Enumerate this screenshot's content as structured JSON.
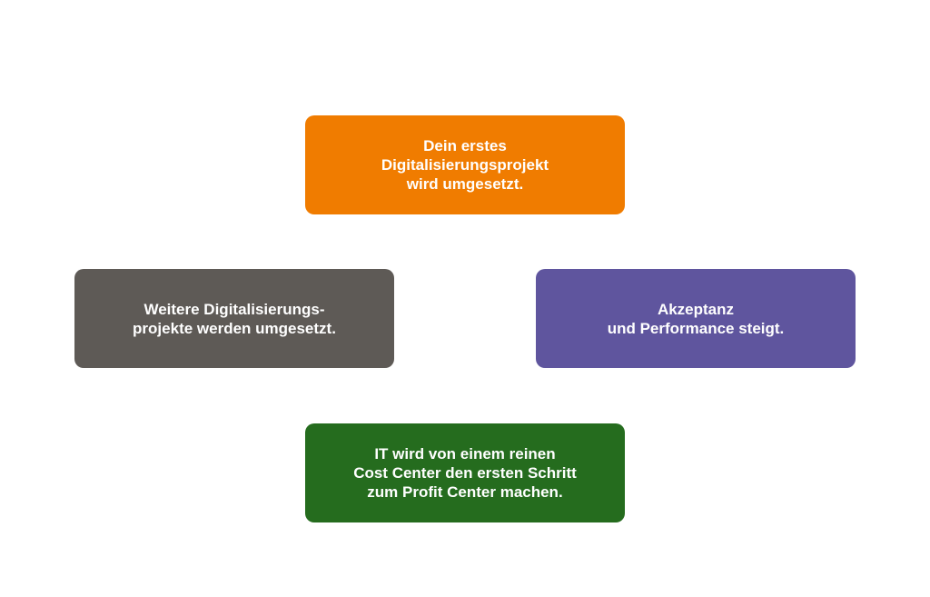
{
  "colors": {
    "top": "#f07c00",
    "left": "#5e5a56",
    "right": "#5f559e",
    "bottom": "#256c1e"
  },
  "boxes": {
    "top": {
      "text": "Dein erstes\nDigitalisierungsprojekt\nwird umgesetzt."
    },
    "right": {
      "text": "Akzeptanz\nund Performance steigt."
    },
    "bottom": {
      "text": "IT wird von einem reinen\nCost Center den ersten Schritt\nzum Profit Center machen."
    },
    "left": {
      "text": "Weitere Digitalisierungs-\nprojekte werden umgesetzt."
    }
  }
}
